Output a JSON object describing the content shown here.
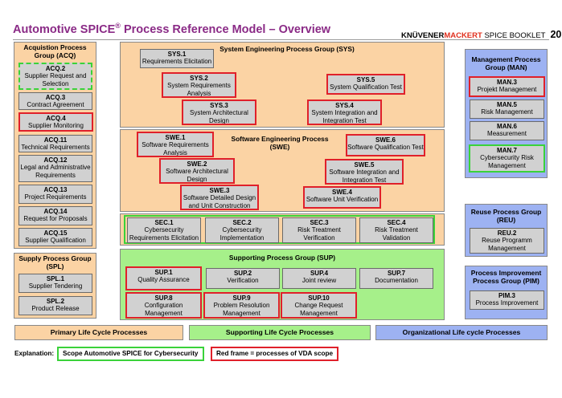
{
  "header": {
    "title_main": "Automotive SPICE",
    "title_reg": "®",
    "title_rest": " Process Reference Model – Overview",
    "brand_k": "KNÜVENER",
    "brand_m": "MACKERT",
    "brand_rest": " SPICE BOOKLET",
    "page_number": "20"
  },
  "acq": {
    "title": "Acquistion Process Group (ACQ)",
    "items": [
      {
        "id": "ACQ.2",
        "name": "Supplier Request and Selection"
      },
      {
        "id": "ACQ.3",
        "name": "Contract Agreement"
      },
      {
        "id": "ACQ.4",
        "name": "Supplier Monitoring"
      },
      {
        "id": "ACQ.11",
        "name": "Technical Requirements"
      },
      {
        "id": "ACQ.12",
        "name": "Legal and Administrative Requirements"
      },
      {
        "id": "ACQ.13",
        "name": "Project Requirements"
      },
      {
        "id": "ACQ.14",
        "name": "Request for Proposals"
      },
      {
        "id": "ACQ.15",
        "name": "Supplier Qualification"
      }
    ]
  },
  "spl": {
    "title": "Supply Process Group (SPL)",
    "items": [
      {
        "id": "SPL.1",
        "name": "Supplier Tendering"
      },
      {
        "id": "SPL.2",
        "name": "Product Release"
      }
    ]
  },
  "sys": {
    "title": "System Engineering Process Group (SYS)",
    "items": [
      {
        "id": "SYS.1",
        "name": "Requirements Elicitation"
      },
      {
        "id": "SYS.2",
        "name": "System Requirements Analysis"
      },
      {
        "id": "SYS.3",
        "name": "System Architectural Design"
      },
      {
        "id": "SYS.4",
        "name": "System Integration and Integration Test"
      },
      {
        "id": "SYS.5",
        "name": "System Qualification Test"
      }
    ]
  },
  "swe": {
    "title": "Software Engineering Process (SWE)",
    "items": [
      {
        "id": "SWE.1",
        "name": "Software Requirements Analysis"
      },
      {
        "id": "SWE.2",
        "name": "Software Architectural Design"
      },
      {
        "id": "SWE.3",
        "name": "Software Detailed Design and Unit Construction"
      },
      {
        "id": "SWE.4",
        "name": "Software Unit Verification"
      },
      {
        "id": "SWE.5",
        "name": "Software Integration and Integration Test"
      },
      {
        "id": "SWE.6",
        "name": "Software Qualification Test"
      }
    ]
  },
  "sec": {
    "items": [
      {
        "id": "SEC.1",
        "name": "Cybersecurity Requirements Elicitation"
      },
      {
        "id": "SEC.2",
        "name": "Cybersecurity Implementation"
      },
      {
        "id": "SEC.3",
        "name": "Risk Treatment Verification"
      },
      {
        "id": "SEC.4",
        "name": "Risk Treatment Validation"
      }
    ]
  },
  "sup": {
    "title": "Supporting Process Group (SUP)",
    "items": [
      {
        "id": "SUP.1",
        "name": "Quality Assurance"
      },
      {
        "id": "SUP.2",
        "name": "Verification"
      },
      {
        "id": "SUP.4",
        "name": "Joint review"
      },
      {
        "id": "SUP.7",
        "name": "Documentation"
      },
      {
        "id": "SUP.8",
        "name": "Configuration Management"
      },
      {
        "id": "SUP.9",
        "name": "Problem Resolution Management"
      },
      {
        "id": "SUP.10",
        "name": "Change Request Management"
      }
    ]
  },
  "man": {
    "title": "Management Process Group (MAN)",
    "items": [
      {
        "id": "MAN.3",
        "name": "Projekt Management"
      },
      {
        "id": "MAN.5",
        "name": "Risk Management"
      },
      {
        "id": "MAN.6",
        "name": "Measurement"
      },
      {
        "id": "MAN.7",
        "name": "Cybersecurity Risk Management"
      }
    ]
  },
  "reu": {
    "title": "Reuse Process Group (REU)",
    "items": [
      {
        "id": "REU.2",
        "name": "Reuse Programm Management"
      }
    ]
  },
  "pim": {
    "title": "Process Improvement Process Group (PIM)",
    "items": [
      {
        "id": "PIM.3",
        "name": "Process Improvement"
      }
    ]
  },
  "lifecycle": {
    "primary": "Primary Life Cycle Processes",
    "supporting": "Supporting Life Cycle Processes",
    "organizational": "Organizational Life cycle Processes"
  },
  "legend": {
    "label": "Explanation:",
    "green": "Scope Automotive SPICE for Cybersecurity",
    "red": "Red frame = processes of VDA scope"
  },
  "colors": {
    "orange_group": "#fbd3a4",
    "green_group": "#a6f08a",
    "blue_group": "#9db2f2",
    "process_box": "#d1d1d1",
    "vda_red": "#e0202a",
    "cyber_green": "#3ad23a",
    "title_purple": "#8a2a86"
  }
}
